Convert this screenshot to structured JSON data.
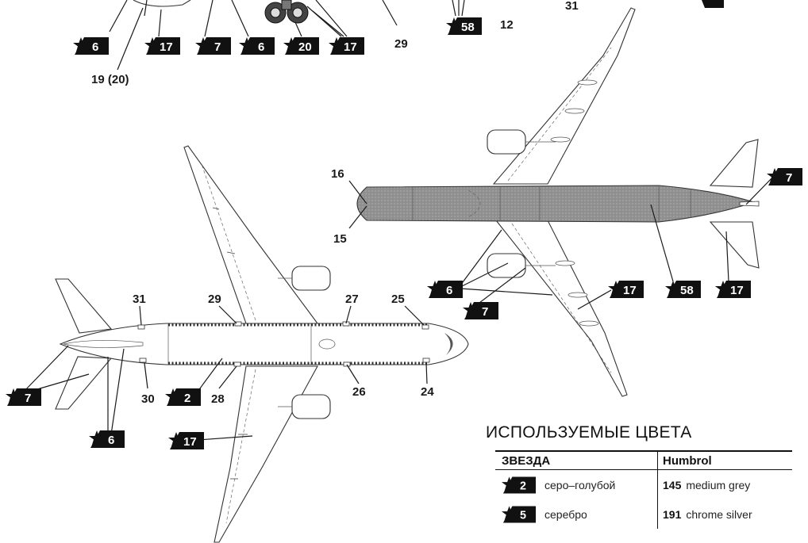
{
  "part_labels": {
    "p29_top": "29",
    "p12": "12",
    "p31_top": "31",
    "p19": "19 (20)",
    "p16": "16",
    "p15": "15",
    "p31": "31",
    "p29": "29",
    "p27": "27",
    "p25": "25",
    "p30": "30",
    "p28": "28",
    "p26": "26",
    "p24": "24"
  },
  "color_tags": {
    "t6a": "6",
    "t17a": "17",
    "t7a": "7",
    "t6b": "6",
    "t20": "20",
    "t17b": "17",
    "t58a": "58",
    "t7b": "7",
    "t6c": "6",
    "t7c": "7",
    "t17c": "17",
    "t58b": "58",
    "t17d": "17",
    "t7d": "7",
    "t2": "2",
    "t6d": "6",
    "t17e": "17"
  },
  "legend": {
    "title": "ИСПОЛЬЗУЕМЫЕ ЦВЕТА",
    "header_left": "ЗВЕЗДА",
    "header_right": "Humbrol",
    "rows": [
      {
        "star": "2",
        "name": "серо–голубой",
        "hnum": "145",
        "hname": "medium grey"
      },
      {
        "star": "5",
        "name": "серебро",
        "hnum": "191",
        "hname": "chrome silver"
      }
    ]
  },
  "colors": {
    "fuselage_fill": "#9a9a9a",
    "tag_fill": "#111111",
    "ink": "#1a1a1a"
  },
  "icons": [
    "star-tag-icon",
    "landing-gear-icon"
  ]
}
